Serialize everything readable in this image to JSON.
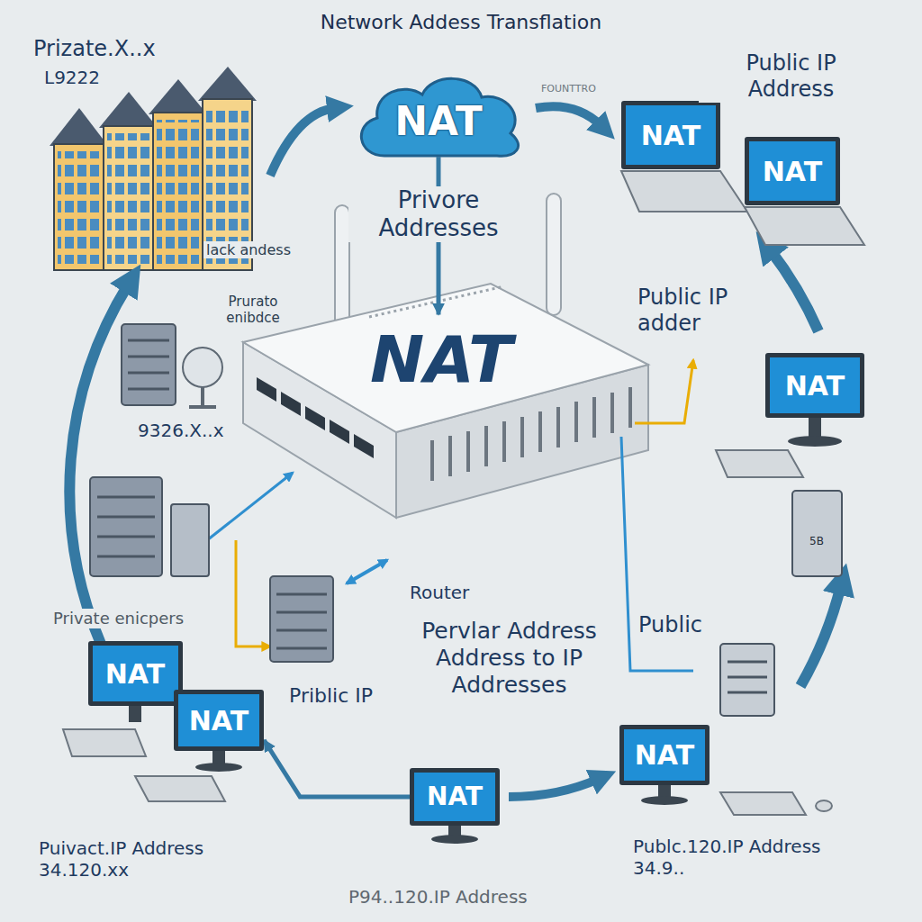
{
  "diagram": {
    "title": "Network Addess Transflation",
    "nodes": [
      {
        "text": [
          "NAT"
        ]
      },
      {
        "text": [
          "NAT"
        ]
      },
      {
        "text": [
          "NAT"
        ]
      },
      {
        "text": [
          "NAT"
        ]
      },
      {
        "text": [
          "NAT"
        ]
      },
      {
        "text": [
          "NAT"
        ]
      },
      {
        "text": [
          "NAT"
        ]
      },
      {
        "text": [
          "NAT"
        ]
      },
      {
        "text": [
          "NAT"
        ]
      }
    ],
    "edges": [
      {
        "from": 0,
        "to": 3,
        "arrow": "to",
        "label": "Privore Addresses"
      },
      {
        "from": 8,
        "to": 6,
        "arrow": "to"
      }
    ],
    "labels": [
      "Prizate.X..x",
      "L9222",
      "FOUNTTRO",
      "Public IP Address",
      "lack andess",
      "Prurato enibdce",
      "9326.X..x",
      "Public IP adder",
      "Private enicpers",
      "Router",
      "Pervlar Address Address to IP Addresses",
      "Priblic IP",
      "Public",
      "5B",
      "Puivact.IP Address 34.120.xx",
      "P94..120.IP Address",
      "Publc.120.IP Address 34.9.."
    ]
  }
}
